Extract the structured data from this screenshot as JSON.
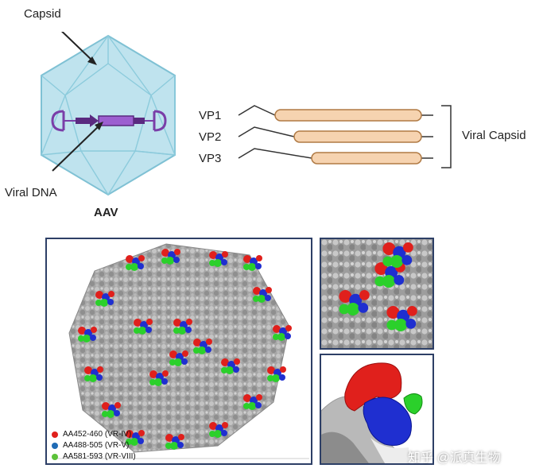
{
  "schematic": {
    "capsid_label": "Capsid",
    "viral_dna_label": "Viral DNA",
    "aav_label": "AAV"
  },
  "proteins": {
    "vp1": "VP1",
    "vp2": "VP2",
    "vp3": "VP3",
    "group_label": "Viral Capsid"
  },
  "legend": [
    {
      "label": "AA452-460 (VR-IV)",
      "color": "#e0201c"
    },
    {
      "label": "AA488-505 (VR-V)",
      "color": "#1f6bb5"
    },
    {
      "label": "AA581-593 (VR-VIII)",
      "color": "#5cc23a"
    }
  ],
  "colors": {
    "capsid_fill": "#bfe3ee",
    "capsid_edge": "#7fc1d4",
    "dna": "#7a3ea8",
    "bar_fill": "#f6d3b0",
    "bar_edge": "#b07a44",
    "panel_border": "#2d3f66",
    "surface": "#a9a9a9",
    "red": "#e0201c",
    "blue": "#1f2fd0",
    "green": "#2bd02b"
  },
  "watermark": "知乎 @派真生物"
}
